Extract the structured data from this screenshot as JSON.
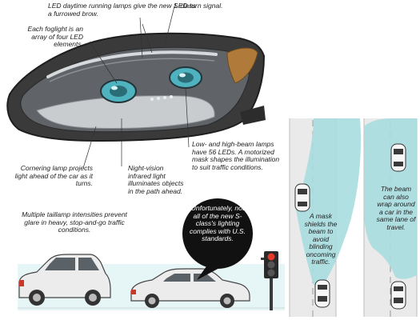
{
  "callouts": {
    "drl": "LED daytime running lamps give the new S-class a furrowed brow.",
    "turn_signal": "LED turn signal.",
    "foglight": "Each foglight is an array of four LED elements.",
    "beams": "Low- and high-beam lamps have 56 LEDs. A motorized mask shapes the illumination to suit traffic conditions.",
    "cornering": "Cornering lamp projects light ahead of the car as it turns.",
    "night_vision": "Night-vision infrared light illuminates objects in the path ahead.",
    "taillamp": "Multiple taillamp intensities prevent glare in heavy, stop-and-go traffic conditions.",
    "us_standards": "Unfortunately, not all of the new S-class's lighting complies with U.S. standards.",
    "mask_shield": "A mask shields the beam to avoid blinding oncoming traffic.",
    "beam_wrap": "The beam can also wrap around a car in the same lane of travel."
  },
  "colors": {
    "beam": "#a9dde0",
    "road": "#eaeaea",
    "lane_mark": "#9a9a9a",
    "bubble": "#111111",
    "signal_red": "#e33a2c",
    "housing": "#3a3a3a"
  }
}
